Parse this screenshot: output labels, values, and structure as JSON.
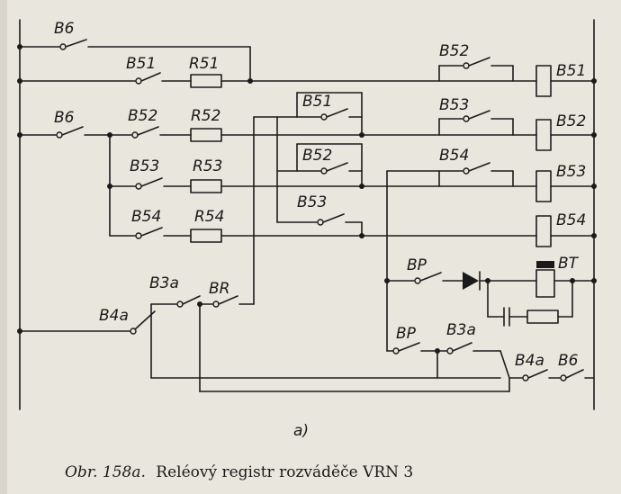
{
  "labels": {
    "b6_top": "B6",
    "b51": "B51",
    "r51": "R51",
    "b6_left": "B6",
    "b52": "B52",
    "r52": "R52",
    "b53": "B53",
    "r53": "R53",
    "b54": "B54",
    "r54": "R54",
    "mid_b51": "B51",
    "mid_b52": "B52",
    "mid_b53": "B53",
    "right_b52": "B52",
    "right_b53": "B53",
    "right_b54": "B54",
    "relay_b51": "B51",
    "relay_b52": "B52",
    "relay_b53": "B53",
    "relay_b54": "B54",
    "b3a_left": "B3a",
    "br": "BR",
    "b4a_left": "B4a",
    "bp_top": "BP",
    "bt": "BT",
    "bp_bottom": "BP",
    "b3a_bottom": "B3a",
    "b4a_bottom": "B4a",
    "b6_bottom": "B6"
  },
  "figure_label": "a)",
  "caption": {
    "prefix": "Obr. 158a.",
    "text": "Reléový registr rozváděče VRN 3"
  }
}
